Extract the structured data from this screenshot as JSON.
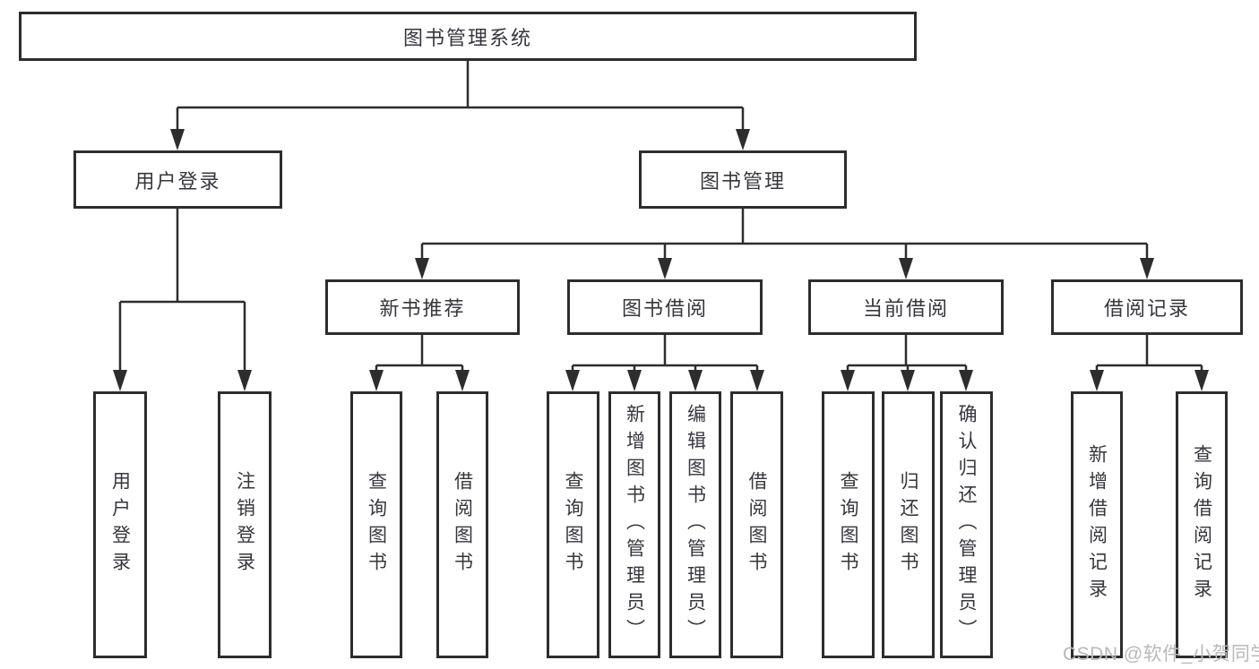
{
  "diagram": {
    "type": "functional-structure-tree",
    "line_color": "#2d2d2d",
    "box_border_color": "#2d2d2d",
    "box_fill": "#ffffff",
    "text_color": "#36363e",
    "tree": {
      "label": "图书管理系统",
      "children": [
        {
          "label": "用户登录",
          "children": [
            {
              "label": "用户登录"
            },
            {
              "label": "注销登录"
            }
          ]
        },
        {
          "label": "图书管理",
          "children": [
            {
              "label": "新书推荐",
              "children": [
                {
                  "label": "查询图书"
                },
                {
                  "label": "借阅图书"
                }
              ]
            },
            {
              "label": "图书借阅",
              "children": [
                {
                  "label": "查询图书"
                },
                {
                  "label": "新增图书（管理员）"
                },
                {
                  "label": "编辑图书（管理员）"
                },
                {
                  "label": "借阅图书"
                }
              ]
            },
            {
              "label": "当前借阅",
              "children": [
                {
                  "label": "查询图书"
                },
                {
                  "label": "归还图书"
                },
                {
                  "label": "确认归还（管理员）"
                }
              ]
            },
            {
              "label": "借阅记录",
              "children": [
                {
                  "label": "新增借阅记录"
                },
                {
                  "label": "查询借阅记录"
                }
              ]
            }
          ]
        }
      ]
    }
  },
  "watermark": {
    "text": "CSDN @软件_小贺同学",
    "color": "#b9b9b9"
  }
}
